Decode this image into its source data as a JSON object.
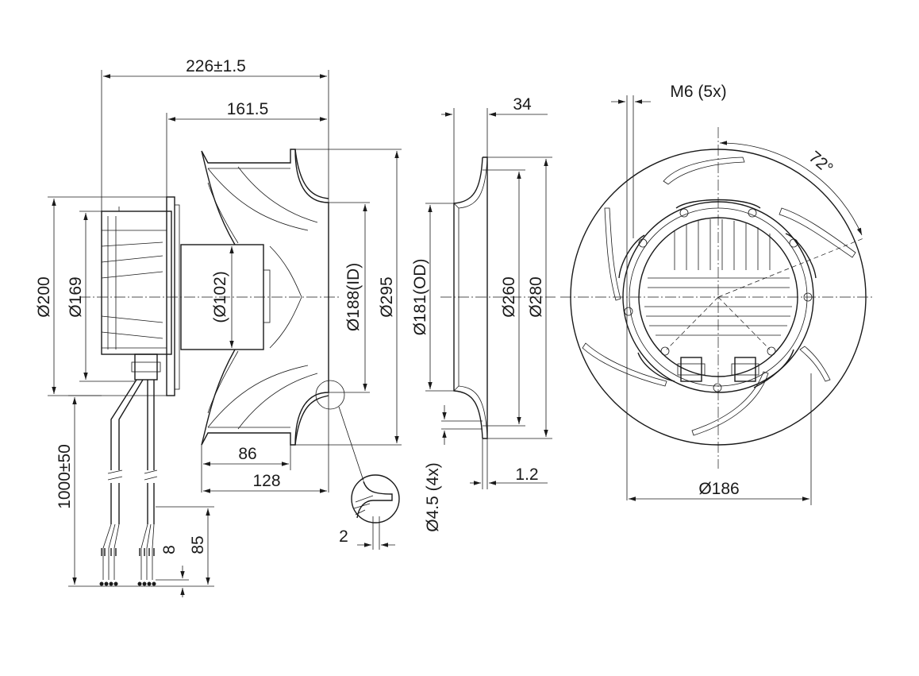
{
  "dimensions": {
    "overall_length": "226±1.5",
    "length_161": "161.5",
    "dia_200": "Ø200",
    "dia_169": "Ø169",
    "dia_102": "(Ø102)",
    "dia_188_id": "Ø188(ID)",
    "dia_295": "Ø295",
    "len_86": "86",
    "len_128": "128",
    "cable_1000": "1000±50",
    "len_85": "85",
    "len_8": "8",
    "detail_2": "2",
    "ring_34": "34",
    "dia_181_od": "Ø181(OD)",
    "dia_260": "Ø260",
    "dia_280": "Ø280",
    "holes_45": "Ø4.5 (4x)",
    "thick_12": "1.2",
    "thread_m6": "M6 (5x)",
    "angle_72": "72°",
    "dia_186": "Ø186"
  }
}
